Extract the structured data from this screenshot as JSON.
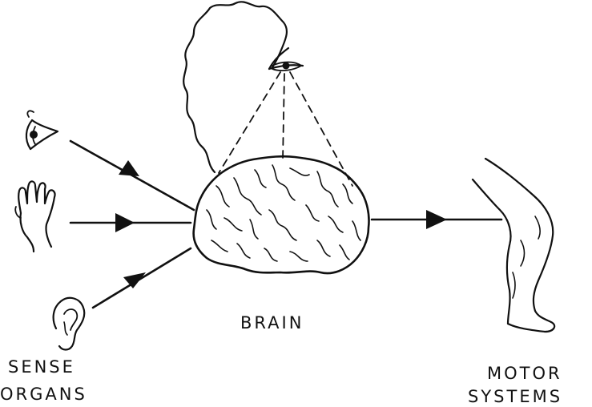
{
  "labels": {
    "brain": "BRAIN",
    "sense_organs_line1": "SENSE",
    "sense_organs_line2": "ORGANS",
    "motor_systems_line1": "MOTOR",
    "motor_systems_line2": "SYSTEMS"
  },
  "icons": [
    "eye-icon",
    "hand-icon",
    "ear-icon",
    "brain-icon",
    "thought-bubble",
    "inner-eye-icon",
    "leg-icon"
  ],
  "colors": {
    "ink": "#111111",
    "background": "#ffffff"
  }
}
